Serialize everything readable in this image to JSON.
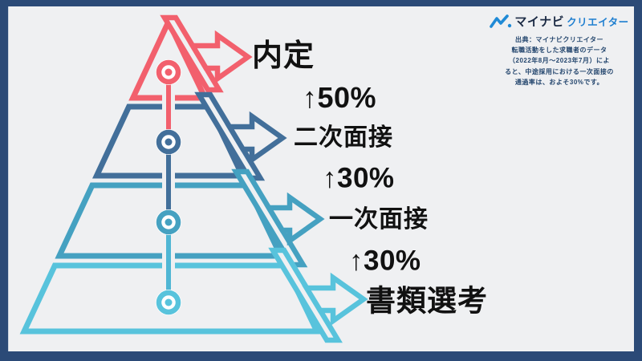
{
  "frame": {
    "border_color": "#2b4a77",
    "background": "#eff0f2"
  },
  "logo": {
    "brand": "マイナビ",
    "brand_suffix": "クリエイター",
    "mark_color": "#1f8ad6"
  },
  "source_note": {
    "lines": [
      "出典：マイナビクリエイター",
      "転職活動をした求職者のデータ",
      "（2022年8月〜2023年7月）によ",
      "ると、中途採用における一次面接の",
      "通過率は、およそ30%です。"
    ]
  },
  "funnel": {
    "stages": [
      {
        "label": "内定",
        "color": "#f2606d"
      },
      {
        "label": "二次面接",
        "color": "#426f9a"
      },
      {
        "label": "一次面接",
        "color": "#45a1c1"
      },
      {
        "label": "書類選考",
        "color": "#58c3dc"
      }
    ],
    "rates": [
      "↑50%",
      "↑30%",
      "↑30%"
    ],
    "segments": [
      "#f2606d",
      "#426f9a",
      "#4fb6d4"
    ],
    "text_color": "#111111"
  }
}
